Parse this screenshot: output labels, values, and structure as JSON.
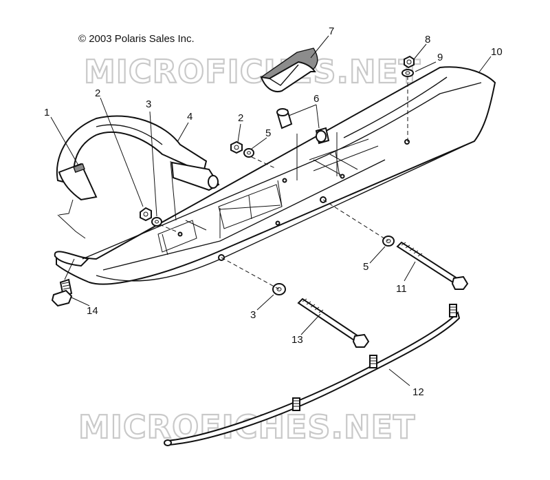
{
  "copyright": "© 2003 Polaris Sales Inc.",
  "watermarks": [
    "MICROFICHES.NET",
    "MICROFICHES.NET"
  ],
  "callouts": [
    {
      "id": "c1",
      "label": "1"
    },
    {
      "id": "c2a",
      "label": "2"
    },
    {
      "id": "c3a",
      "label": "3"
    },
    {
      "id": "c4",
      "label": "4"
    },
    {
      "id": "c2b",
      "label": "2"
    },
    {
      "id": "c5a",
      "label": "5"
    },
    {
      "id": "c6",
      "label": "6"
    },
    {
      "id": "c7",
      "label": "7"
    },
    {
      "id": "c8",
      "label": "8"
    },
    {
      "id": "c9",
      "label": "9"
    },
    {
      "id": "c10",
      "label": "10"
    },
    {
      "id": "c5b",
      "label": "5"
    },
    {
      "id": "c11",
      "label": "11"
    },
    {
      "id": "c3b",
      "label": "3"
    },
    {
      "id": "c13",
      "label": "13"
    },
    {
      "id": "c14",
      "label": "14"
    },
    {
      "id": "c12",
      "label": "12"
    }
  ]
}
